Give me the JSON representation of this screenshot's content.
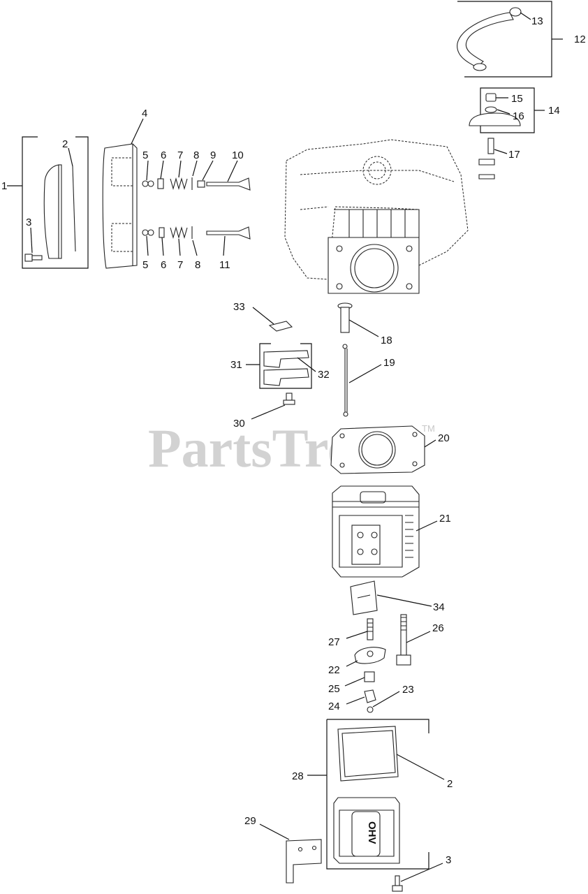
{
  "watermark": {
    "text": "PartsTree",
    "trademark": "TM"
  },
  "callouts": {
    "c1": "1",
    "c2_top": "2",
    "c3_top": "3",
    "c4": "4",
    "c5_top": "5",
    "c6_top": "6",
    "c7_top": "7",
    "c8_top": "8",
    "c9": "9",
    "c10": "10",
    "c5_bot": "5",
    "c6_bot": "6",
    "c7_bot": "7",
    "c8_bot": "8",
    "c11": "11",
    "c12": "12",
    "c13": "13",
    "c14": "14",
    "c15": "15",
    "c16": "16",
    "c17": "17",
    "c18": "18",
    "c19": "19",
    "c20": "20",
    "c21": "21",
    "c22": "22",
    "c23": "23",
    "c24": "24",
    "c25": "25",
    "c26": "26",
    "c27": "27",
    "c28": "28",
    "c2_bot": "2",
    "c29": "29",
    "c3_bot": "3",
    "c30": "30",
    "c31": "31",
    "c32": "32",
    "c33": "33",
    "c34": "34"
  },
  "valve_cover": {
    "embossed_text": "OHV"
  }
}
